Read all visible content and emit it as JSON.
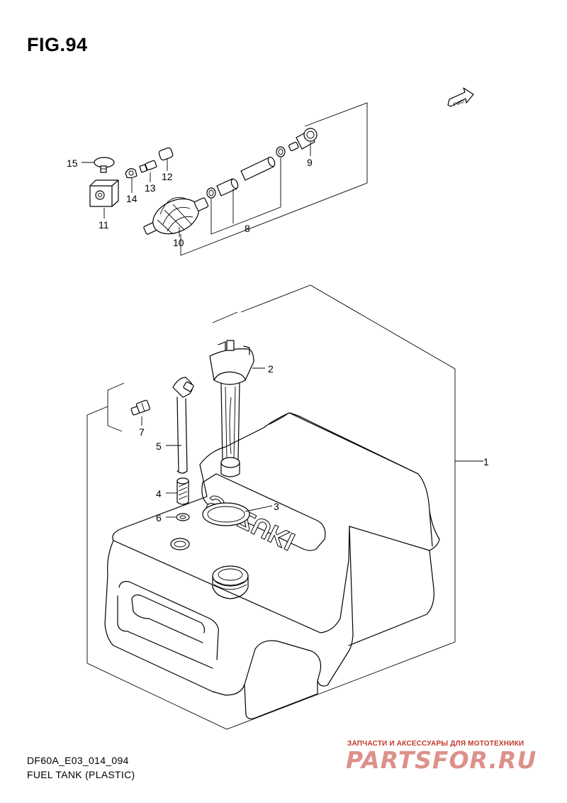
{
  "figure": {
    "title": "FIG.94",
    "code": "DF60A_E03_014_094",
    "caption": "FUEL TANK (PLASTIC)"
  },
  "fwd_label": "FWD",
  "brand_embossing": "SUZUKI",
  "callouts": [
    "1",
    "2",
    "3",
    "4",
    "5",
    "6",
    "7",
    "8",
    "9",
    "10",
    "11",
    "12",
    "13",
    "14",
    "15"
  ],
  "watermark": {
    "tagline": "ЗАПЧАСТИ И АКСЕССУАРЫ ДЛЯ МОТОТЕХНИКИ",
    "logo": "PARTSFOR.RU",
    "color": "#c0392b"
  }
}
